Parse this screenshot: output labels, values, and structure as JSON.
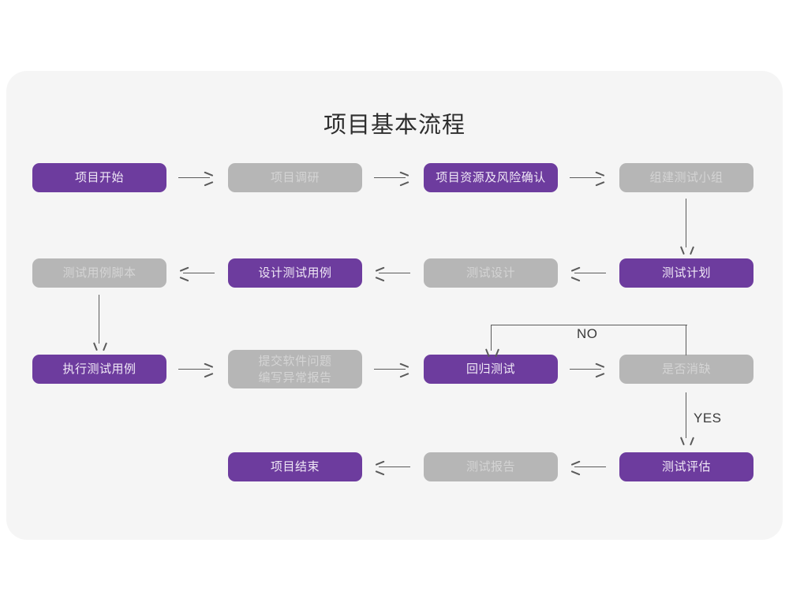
{
  "title": "项目基本流程",
  "colors": {
    "page_background": "#ffffff",
    "card_background": "#f5f5f5",
    "node_active": "#6d3c9e",
    "node_active_text": "#f0e8f6",
    "node_inactive": "#b6b6b6",
    "node_inactive_text": "#d4d4d4",
    "connector": "#5a5a5a",
    "title_text": "#2e2e2e"
  },
  "nodes": [
    {
      "id": "project-start",
      "label": "项目开始",
      "state": "active"
    },
    {
      "id": "project-research",
      "label": "项目调研",
      "state": "inactive"
    },
    {
      "id": "resource-risk",
      "label": "项目资源及风险确认",
      "state": "active"
    },
    {
      "id": "build-test-team",
      "label": "组建测试小组",
      "state": "inactive"
    },
    {
      "id": "test-case-script",
      "label": "测试用例脚本",
      "state": "inactive"
    },
    {
      "id": "design-test-case",
      "label": "设计测试用例",
      "state": "active"
    },
    {
      "id": "test-design",
      "label": "测试设计",
      "state": "inactive"
    },
    {
      "id": "test-plan",
      "label": "测试计划",
      "state": "active"
    },
    {
      "id": "execute-test-case",
      "label": "执行测试用例",
      "state": "active"
    },
    {
      "id": "submit-bug-report",
      "label": "提交软件问题\n编写异常报告",
      "state": "inactive"
    },
    {
      "id": "regression-test",
      "label": "回归测试",
      "state": "active"
    },
    {
      "id": "defect-cleared",
      "label": "是否消缺",
      "state": "inactive"
    },
    {
      "id": "project-end",
      "label": "项目结束",
      "state": "active"
    },
    {
      "id": "test-report",
      "label": "测试报告",
      "state": "inactive"
    },
    {
      "id": "test-evaluation",
      "label": "测试评估",
      "state": "active"
    }
  ],
  "edge_labels": {
    "no": "NO",
    "yes": "YES"
  }
}
